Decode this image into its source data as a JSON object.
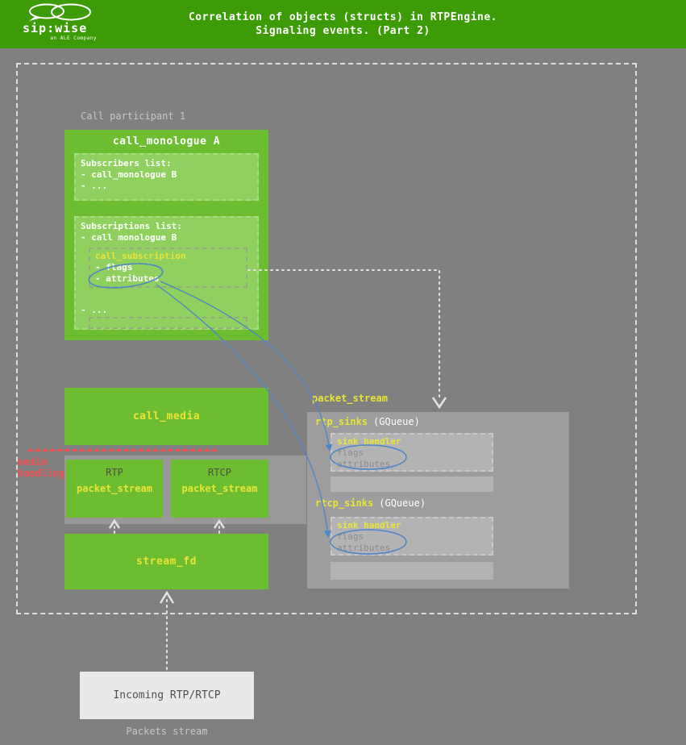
{
  "header": {
    "title_line1": "Correlation of objects (structs) in RTPEngine.",
    "title_line2": "Signaling events. (Part 2)",
    "logo": {
      "brand": "sip:wise",
      "tagline": "an ALE Company"
    }
  },
  "diagram": {
    "participant_label": "Call participant 1",
    "call_monologue": {
      "title": "call_monologue A",
      "subscribers": {
        "title": "Subscribers list:",
        "items": [
          "- call_monologue B",
          "- ..."
        ]
      },
      "subscriptions": {
        "title": "Subscriptions list:",
        "item": "- call monologue B",
        "call_subscription": {
          "title": "call_subscription",
          "flags": "- flags",
          "attributes": "- attributes"
        },
        "ellipsis": "- ..."
      }
    },
    "call_media": {
      "title": "call_media"
    },
    "media_handling": {
      "line1": "media",
      "line2": "handling"
    },
    "rtp_box": {
      "label": "RTP",
      "title": "packet_stream"
    },
    "rtcp_box": {
      "label": "RTCP",
      "title": "packet_stream"
    },
    "stream_fd": {
      "title": "stream_fd"
    },
    "packet_stream_panel": {
      "label": "packet_stream",
      "rtp_sinks": {
        "name": "rtp_sinks",
        "type": "(GQueue)"
      },
      "rtp_sink_handler": {
        "title": "sink_handler",
        "flags": "flags",
        "attributes": "attributes"
      },
      "rtcp_sinks": {
        "name": "rtcp_sinks",
        "type": "(GQueue)"
      },
      "rtcp_sink_handler": {
        "title": "sink_handler",
        "flags": "flags",
        "attributes": "attributes"
      }
    },
    "incoming": {
      "title": "Incoming RTP/RTCP",
      "caption": "Packets stream"
    }
  },
  "colors": {
    "header_green": "#3e9b08",
    "box_green": "#6cbe30",
    "inner_green": "#8fd05e",
    "background_gray": "#808080",
    "panel_gray": "#9d9d9d",
    "inner_gray": "#b3b3b3",
    "accent_yellow": "#e9e435",
    "accent_red": "#ef5050",
    "arrow_blue": "#4c85c8",
    "arrow_white": "#e3e3e3"
  }
}
